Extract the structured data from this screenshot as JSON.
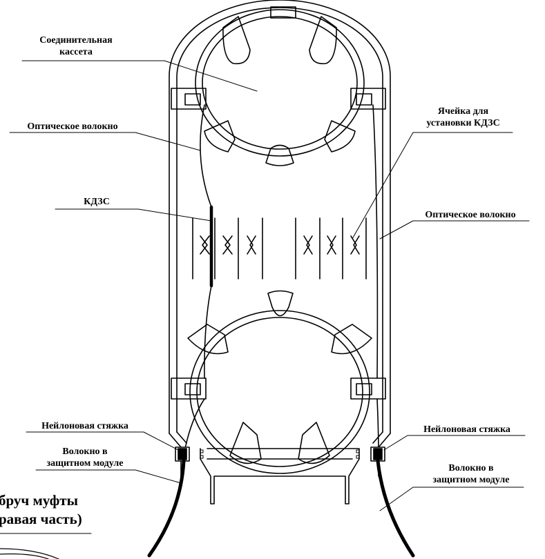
{
  "labels": {
    "cassette_line1": "Соединительная",
    "cassette_line2": "кассета",
    "fiber_left": "Оптическое волокно",
    "cell_line1": "Ячейка для",
    "cell_line2": "установки КДЗС",
    "kdzs": "КДЗС",
    "fiber_right": "Оптическое волокно",
    "tie_left": "Нейлоновая стяжка",
    "tie_right": "Нейлоновая стяжка",
    "module_left_line1": "Волокно в",
    "module_left_line2": "защитном модуле",
    "module_right_line1": "Волокно в",
    "module_right_line2": "защитном модуле",
    "hoop_line1": "бруч муфты",
    "hoop_line2": "равая часть)"
  }
}
